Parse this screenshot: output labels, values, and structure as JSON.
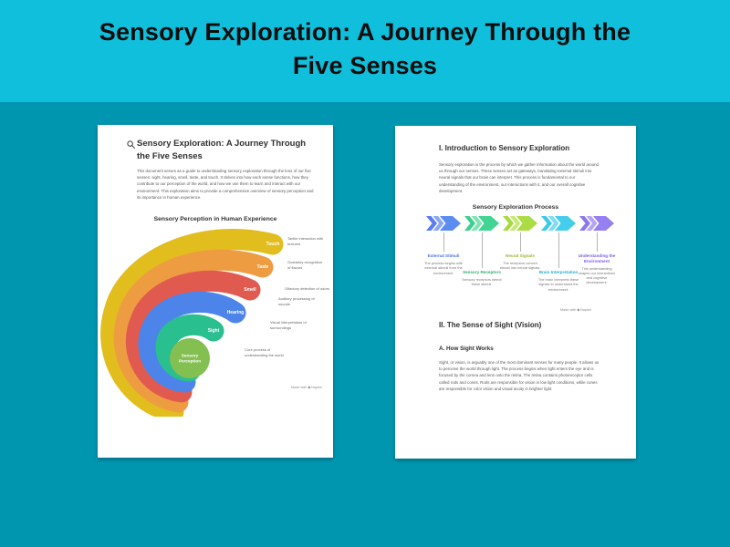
{
  "banner": {
    "title_line1": "Sensory Exploration: A Journey Through the",
    "title_line2": "Five Senses",
    "bg_color": "#10bfdc",
    "page_bg_color": "#0096b0"
  },
  "left_page": {
    "title_line1": "Sensory Exploration: A Journey Through",
    "title_line2": "the Five Senses",
    "intro": "This document serves as a guide to understanding sensory exploration through the lens of our five senses: sight, hearing, smell, taste, and touch. It delves into how each sense functions, how they contribute to our perception of the world, and how we use them to learn and interact with our environment. This exploration aims to provide a comprehensive overview of sensory perception and its importance in human experience.",
    "watermark": "Made with ◆ Napkin",
    "funnel_chart": {
      "type": "funnel",
      "title": "Sensory Perception in Human Experience",
      "levels": [
        {
          "label": "Touch",
          "description": "Tactile interaction with textures",
          "color": "#e1bd1d"
        },
        {
          "label": "Taste",
          "description": "Gustatory recognition of flavors",
          "color": "#ee9c41"
        },
        {
          "label": "Smell",
          "description": "Olfactory detection of odors",
          "color": "#e15a50"
        },
        {
          "label": "Hearing",
          "description": "Auditory processing of sounds",
          "color": "#4c84ea"
        },
        {
          "label": "Sight",
          "description": "Visual interpretation of surroundings",
          "color": "#29bf8e"
        },
        {
          "label": "Sensory Perception",
          "description": "Core process of understanding the world",
          "color": "#84bf52"
        }
      ]
    }
  },
  "right_page": {
    "section1": {
      "heading": "I. Introduction to Sensory Exploration",
      "body": "Sensory exploration is the process by which we gather information about the world around us through our senses. These senses act as gateways, translating external stimuli into neural signals that our brain can interpret. This process is fundamental to our understanding of the environment, our interactions with it, and our overall cognitive development."
    },
    "process_chart": {
      "type": "process-flow",
      "title": "Sensory Exploration Process",
      "steps": [
        {
          "label": "External Stimuli",
          "description": "The process begins with external stimuli from the environment.",
          "label_color": "#4a6ee6",
          "chevron_colors": [
            "#5b7cf2",
            "#8aa6f7",
            "#5b8cf0"
          ]
        },
        {
          "label": "Sensory Receptors",
          "description": "Sensory receptors detect these stimuli.",
          "label_color": "#2fae6e",
          "chevron_colors": [
            "#3ecf8e",
            "#7fe3b4",
            "#41d492"
          ]
        },
        {
          "label": "Neural Signals",
          "description": "The receptors convert stimuli into neural signals.",
          "label_color": "#97bb2a",
          "chevron_colors": [
            "#a8d93e",
            "#c6e97a",
            "#acdc44"
          ]
        },
        {
          "label": "Brain Interpretation",
          "description": "The brain interprets these signals to understand the environment.",
          "label_color": "#28aed0",
          "chevron_colors": [
            "#3cc9ea",
            "#7fdcf2",
            "#45cdec"
          ]
        },
        {
          "label": "Understanding the Environment",
          "description": "This understanding shapes our interactions and cognitive development.",
          "label_color": "#7a5ce6",
          "chevron_colors": [
            "#8d77ee",
            "#b3a5f5",
            "#9480f0"
          ]
        }
      ]
    },
    "watermark": "Made with ◆ Napkin",
    "section2": {
      "heading": "II. The Sense of Sight (Vision)",
      "subheading": "A. How Sight Works",
      "body": "Sight, or vision, is arguably one of the most dominant senses for many people. It allows us to perceive the world through light. The process begins when light enters the eye and is focused by the cornea and lens onto the retina. The retina contains photoreceptor cells called rods and cones. Rods are responsible for vision in low light conditions, while cones are responsible for color vision and visual acuity in brighter light."
    }
  }
}
